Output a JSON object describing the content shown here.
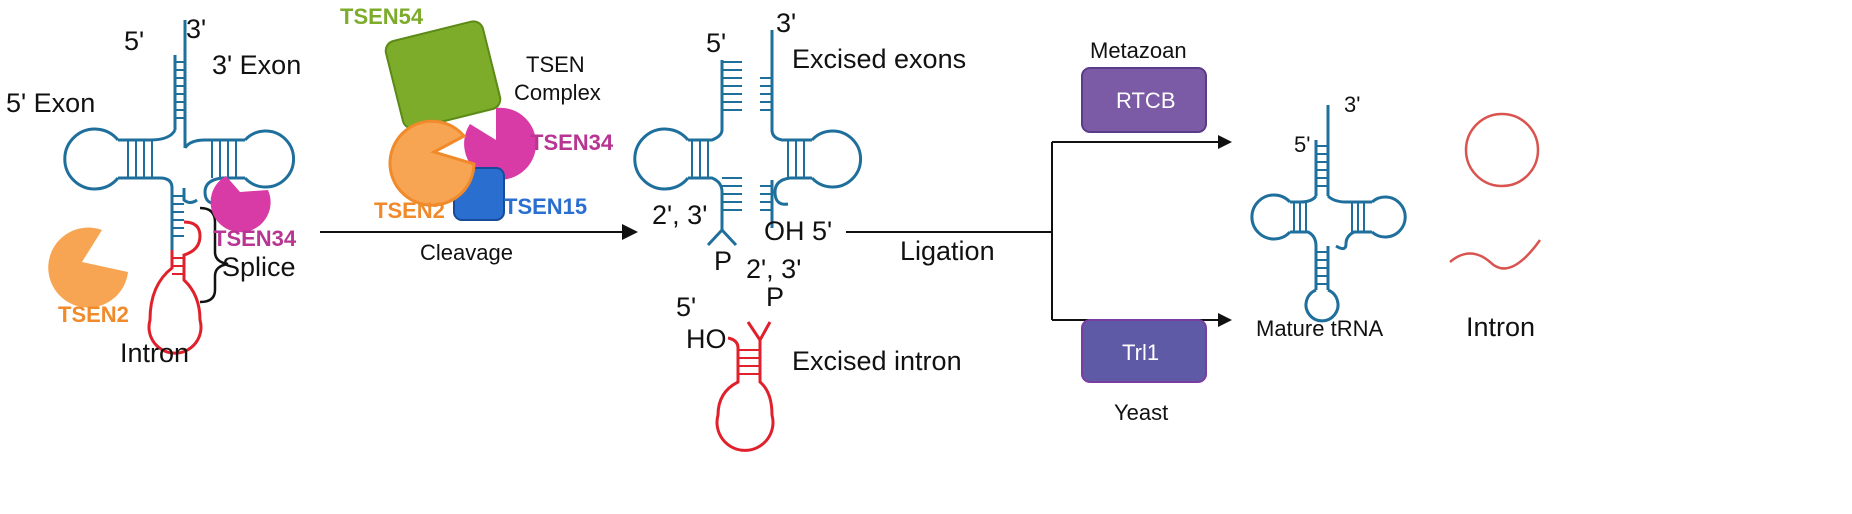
{
  "colors": {
    "trna": "#1f6f9c",
    "intron": "#e0202b",
    "tsen54": "#7dab2a",
    "tsen2": "#f7a552",
    "tsen34": "#d83ba6",
    "tsen15": "#2a6fd0",
    "rtcb": "#7b5aa6",
    "trl1": "#5e5aa6",
    "intron_label": "#d9534f"
  },
  "precursor": {
    "five_prime": "5'",
    "three_prime": "3'",
    "five_exon": "5' Exon",
    "three_exon": "3' Exon",
    "tsen34": "TSEN34",
    "tsen2": "TSEN2",
    "splice": "Splice",
    "intron": "Intron"
  },
  "complex": {
    "tsen54": "TSEN54",
    "title_line1": "TSEN",
    "title_line2": "Complex",
    "tsen34": "TSEN34",
    "tsen2": "TSEN2",
    "tsen15": "TSEN15",
    "cleavage": "Cleavage"
  },
  "excised": {
    "five_prime": "5'",
    "three_prime": "3'",
    "exons_label": "Excised exons",
    "end_left": "2', 3'",
    "p_left": "P",
    "end_right": "OH 5'",
    "intron_five": "5'",
    "intron_ho": "HO",
    "intron_end": "2', 3'",
    "intron_p": "P",
    "intron_label": "Excised intron"
  },
  "ligation": {
    "label": "Ligation",
    "metazoan": "Metazoan",
    "rtcb": "RTCB",
    "trl1": "Trl1",
    "yeast": "Yeast"
  },
  "mature": {
    "five_prime": "5'",
    "three_prime": "3'",
    "label": "Mature tRNA",
    "intron": "Intron"
  }
}
